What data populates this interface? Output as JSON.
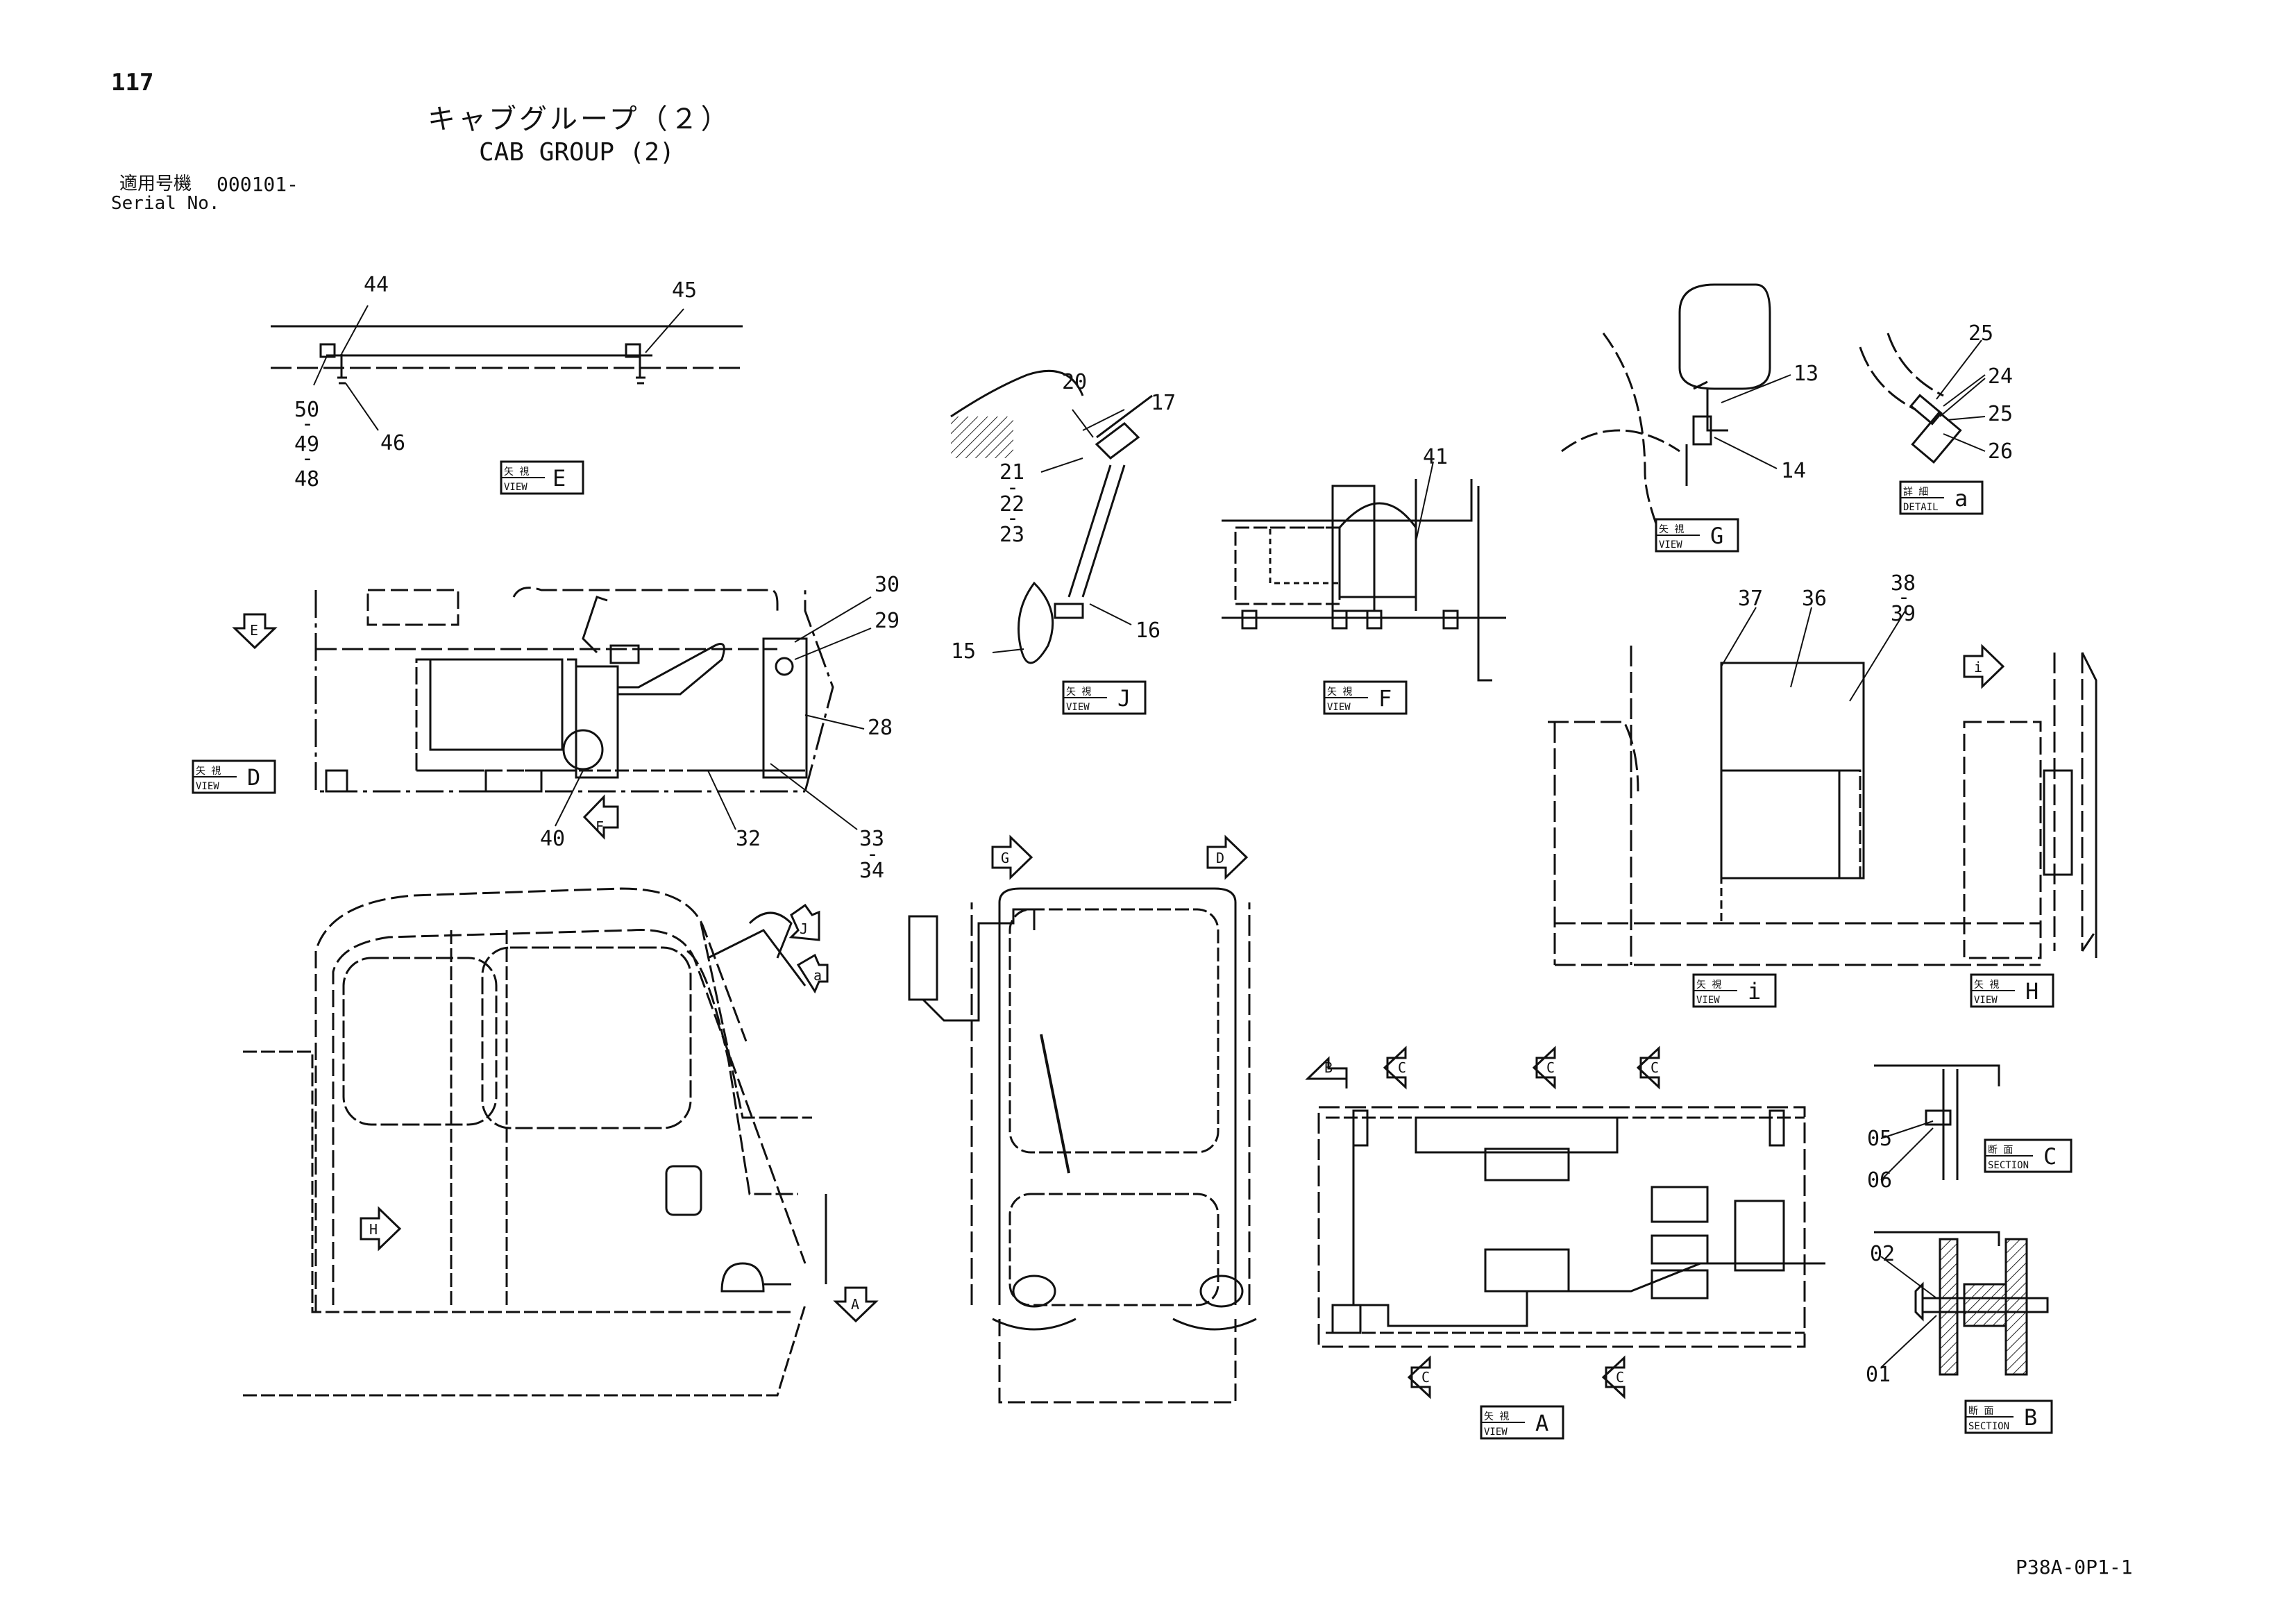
{
  "header": {
    "page_number": "117",
    "title_jp": "キャブグループ（２）",
    "title_en": "CAB GROUP (2)",
    "serial_label_jp": "適用号機",
    "serial_value": "000101-",
    "serial_label_en": "Serial No."
  },
  "footer": {
    "drawing_code": "P38A-0P1-1"
  },
  "view_labels": {
    "view_jp": "矢 視",
    "view_en": "VIEW",
    "section_jp": "断 面",
    "section_en": "SECTION",
    "detail_jp": "詳 細",
    "detail_en": "DETAIL",
    "letters": {
      "E": "E",
      "D": "D",
      "J": "J",
      "F": "F",
      "G": "G",
      "a": "a",
      "i": "i",
      "H": "H",
      "A": "A",
      "C": "C",
      "B": "B"
    }
  },
  "arrow_letters": {
    "E": "E",
    "F": "F",
    "G": "G",
    "D": "D",
    "J": "J",
    "H": "H",
    "A": "A",
    "B": "B",
    "C": "C",
    "i": "i",
    "a": "a"
  },
  "callouts": {
    "c44": "44",
    "c45": "45",
    "c50": "50",
    "c49": "49",
    "c48": "48",
    "c46": "46",
    "c20": "20",
    "c17": "17",
    "c21": "21",
    "c22": "22",
    "c23": "23",
    "c15": "15",
    "c16": "16",
    "c41": "41",
    "c13": "13",
    "c14": "14",
    "c25a": "25",
    "c24": "24",
    "c25b": "25",
    "c26": "26",
    "c30": "30",
    "c29": "29",
    "c28": "28",
    "c32": "32",
    "c33": "33",
    "c34": "34",
    "c40": "40",
    "c37": "37",
    "c36": "36",
    "c38": "38",
    "c39": "39",
    "c05": "05",
    "c06": "06",
    "c02": "02",
    "c01": "01",
    "dash": "-"
  }
}
